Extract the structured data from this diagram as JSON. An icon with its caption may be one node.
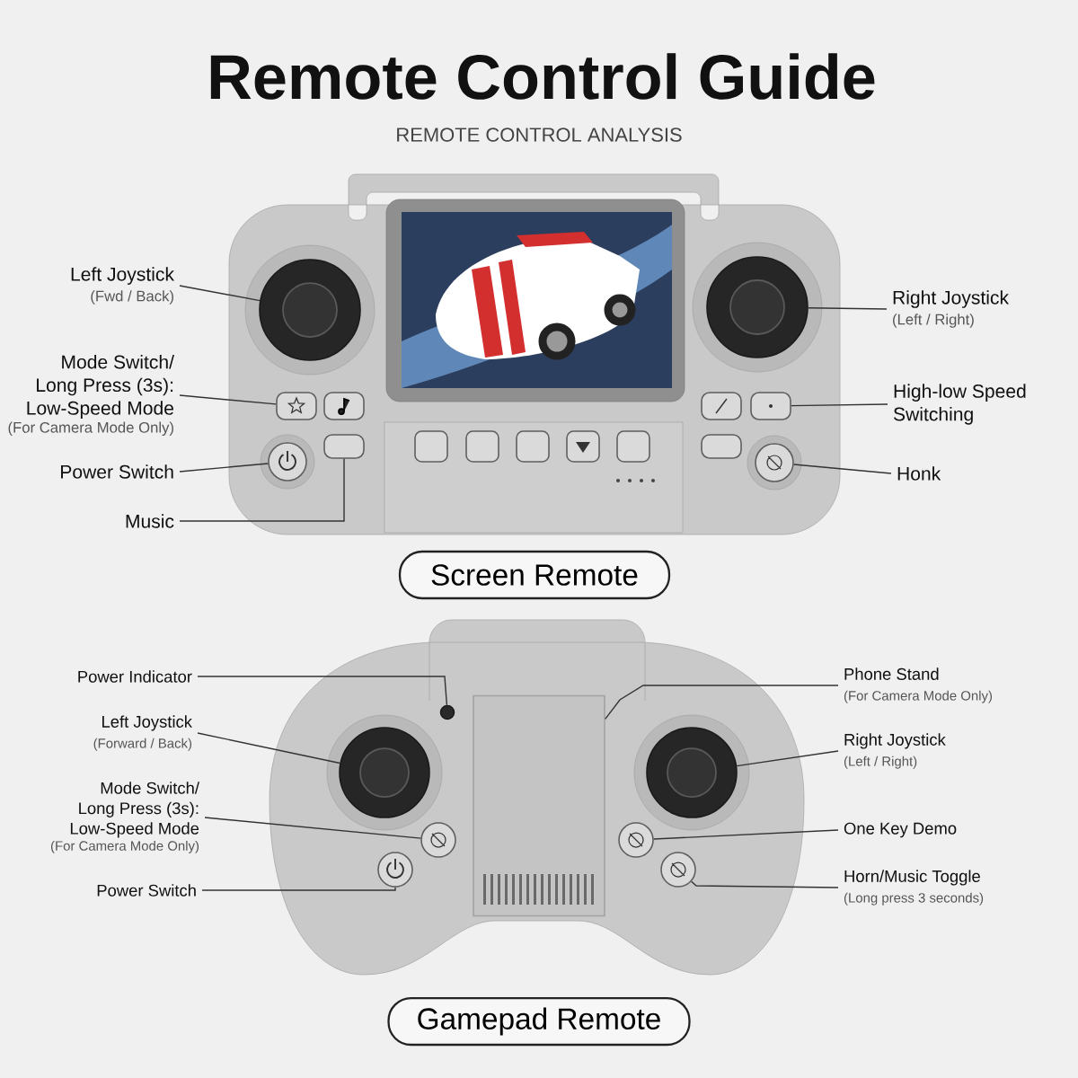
{
  "diagram": {
    "title": "Remote Control Guide",
    "nodes": [
      {
        "text": [
          "Left Joystick",
          "(Fwd / Back)"
        ]
      },
      {
        "text": [
          "Right Joystick",
          "(Left / Right)"
        ]
      },
      {
        "text": [
          "Mode Switch/ Long Press (3s): Low-Speed Mode",
          "(For Camera Mode Only)"
        ]
      },
      {
        "text": [
          "High-low Speed Switching"
        ]
      },
      {
        "text": [
          "Power Switch"
        ]
      },
      {
        "text": [
          "Honk"
        ]
      },
      {
        "text": [
          "Music"
        ]
      },
      {
        "text": [
          "Screen Remote"
        ]
      },
      {
        "text": [
          "Power Indicator"
        ]
      },
      {
        "text": [
          "Phone Stand",
          "(For Camera Mode Only)"
        ]
      },
      {
        "text": [
          "Left Joystick",
          "(Forward / Back)"
        ]
      },
      {
        "text": [
          "Right Joystick",
          "(Left / Right)"
        ]
      },
      {
        "text": [
          "Mode Switch/ Long Press (3s): Low-Speed Mode",
          "(For Camera Mode Only)"
        ]
      },
      {
        "text": [
          "One Key Demo"
        ]
      },
      {
        "text": [
          "Power Switch"
        ]
      },
      {
        "text": [
          "Horn/Music Toggle",
          "(Long press 3 seconds)"
        ]
      },
      {
        "text": [
          "Gamepad Remote"
        ]
      },
      {
        "text": [],
        "shape": "circle"
      },
      {
        "text": [],
        "shape": "circle"
      },
      {
        "text": [],
        "shape": "box"
      },
      {
        "text": [],
        "shape": "box"
      },
      {
        "text": [],
        "shape": "circle"
      },
      {
        "text": [],
        "shape": "circle"
      },
      {
        "text": [],
        "shape": "box"
      },
      {
        "text": [],
        "shape": "circle"
      },
      {
        "text": [],
        "shape": "box"
      },
      {
        "text": [],
        "shape": "circle"
      },
      {
        "text": [],
        "shape": "circle"
      },
      {
        "text": [],
        "shape": "circle"
      },
      {
        "text": [],
        "shape": "circle"
      },
      {
        "text": [],
        "shape": "circle"
      },
      {
        "text": [],
        "shape": "circle"
      },
      {
        "text": [],
        "shape": "box"
      },
      {
        "text": [],
        "shape": "box"
      },
      {
        "text": [],
        "shape": "box"
      }
    ],
    "edges": [
      {
        "from": 0,
        "to": 17,
        "arrow": "none"
      },
      {
        "from": 1,
        "to": 18,
        "arrow": "none"
      },
      {
        "from": 2,
        "to": 19,
        "arrow": "none"
      },
      {
        "from": 3,
        "to": 20,
        "arrow": "none"
      },
      {
        "from": 4,
        "to": 21,
        "arrow": "none"
      },
      {
        "from": 5,
        "to": 22,
        "arrow": "none"
      },
      {
        "from": 6,
        "to": 23,
        "arrow": "none"
      },
      {
        "from": 8,
        "to": 24,
        "arrow": "none"
      },
      {
        "from": 9,
        "to": 25,
        "arrow": "none"
      },
      {
        "from": 10,
        "to": 26,
        "arrow": "none"
      },
      {
        "from": 11,
        "to": 27,
        "arrow": "none"
      },
      {
        "from": 12,
        "to": 28,
        "arrow": "none"
      },
      {
        "from": 13,
        "to": 29,
        "arrow": "none"
      },
      {
        "from": 14,
        "to": 30,
        "arrow": "none"
      },
      {
        "from": 15,
        "to": 31,
        "arrow": "none"
      }
    ],
    "labels": [
      "REMOTE CONTROL ANALYSIS"
    ]
  }
}
